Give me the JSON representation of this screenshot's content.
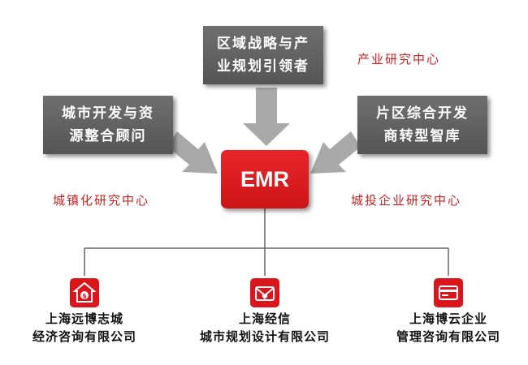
{
  "center": {
    "label": "EMR"
  },
  "top_box": {
    "line1": "区域战略与产",
    "line2": "业规划引领者"
  },
  "left_box": {
    "line1": "城市开发与资",
    "line2": "源整合顾问"
  },
  "right_box": {
    "line1": "片区综合开发",
    "line2": "商转型智库"
  },
  "labels": {
    "top_right": "产业研究中心",
    "left": "城镇化研究中心",
    "right": "城投企业研究中心"
  },
  "companies": [
    {
      "line1": "上海远博志城",
      "line2": "经济咨询有限公司",
      "icon": "house-dollar-icon"
    },
    {
      "line1": "上海经信",
      "line2": "城市规划设计有限公司",
      "icon": "envelope-heart-icon"
    },
    {
      "line1": "上海博云企业",
      "line2": "管理咨询有限公司",
      "icon": "credit-card-icon"
    }
  ],
  "colors": {
    "accent_red": "#d9161c",
    "box_gray": "#606060",
    "label_red": "#cc1f1f",
    "arrow_gray": "#a8a8a8"
  }
}
